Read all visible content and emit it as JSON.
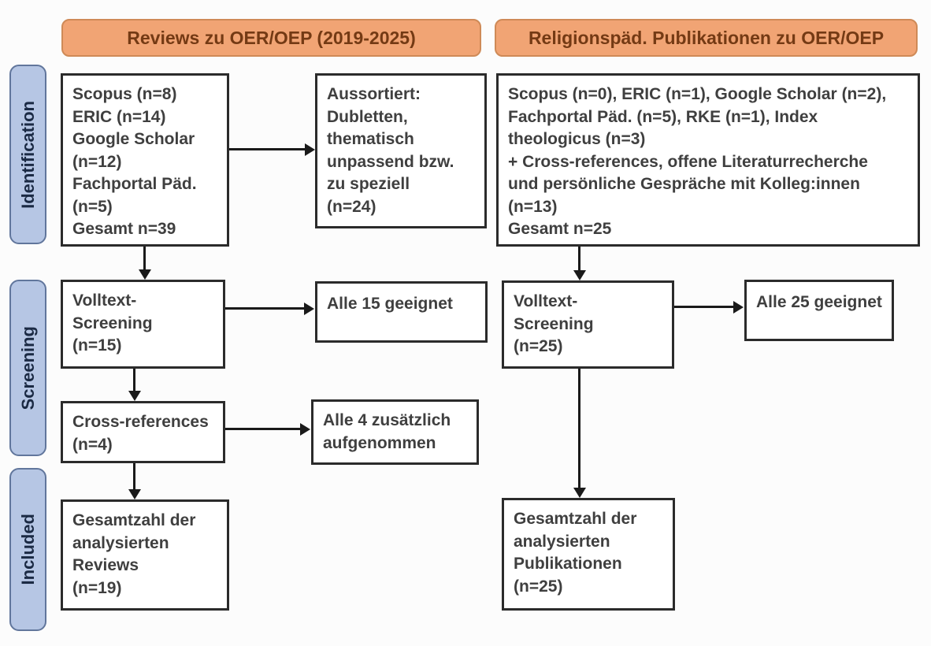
{
  "colors": {
    "header_fill": "#f1a474",
    "header_border": "#cf8a57",
    "header_text": "#743a14",
    "stage_fill": "#b6c6e4",
    "stage_border": "#61769c",
    "stage_text": "#1b2a44",
    "box_border": "#2b2b2b",
    "box_text": "#3f3f3f",
    "arrow": "#1a1a1a"
  },
  "headers": {
    "left": "Reviews zu OER/OEP (2019-2025)",
    "right": "Religionspäd. Publikationen zu OER/OEP"
  },
  "stages": {
    "identification": "Identification",
    "screening": "Screening",
    "included": "Included"
  },
  "boxes": {
    "left_sources": "Scopus (n=8)\nERIC (n=14)\nGoogle Scholar\n(n=12)\nFachportal Päd.\n(n=5)\nGesamt n=39",
    "left_excluded": "Aussortiert:\nDubletten,\nthematisch\nunpassend bzw.\nzu speziell\n(n=24)",
    "left_fulltext": "Volltext-\nScreening\n(n=15)",
    "left_fulltext_result": "Alle 15 geeignet",
    "left_crossref": "Cross-references\n(n=4)",
    "left_crossref_result": "Alle 4 zusätzlich\naufgenommen",
    "left_included": "Gesamtzahl der\nanalysierten\nReviews\n(n=19)",
    "right_sources": "Scopus (n=0), ERIC (n=1), Google Scholar (n=2),\nFachportal Päd. (n=5), RKE (n=1), Index\ntheologicus (n=3)\n+ Cross-references, offene Literaturrecherche\nund persönliche Gespräche mit Kolleg:innen\n(n=13)\nGesamt n=25",
    "right_fulltext": "Volltext-\nScreening\n(n=25)",
    "right_fulltext_result": "Alle 25 geeignet",
    "right_included": "Gesamtzahl der\nanalysierten\nPublikationen\n(n=25)"
  }
}
